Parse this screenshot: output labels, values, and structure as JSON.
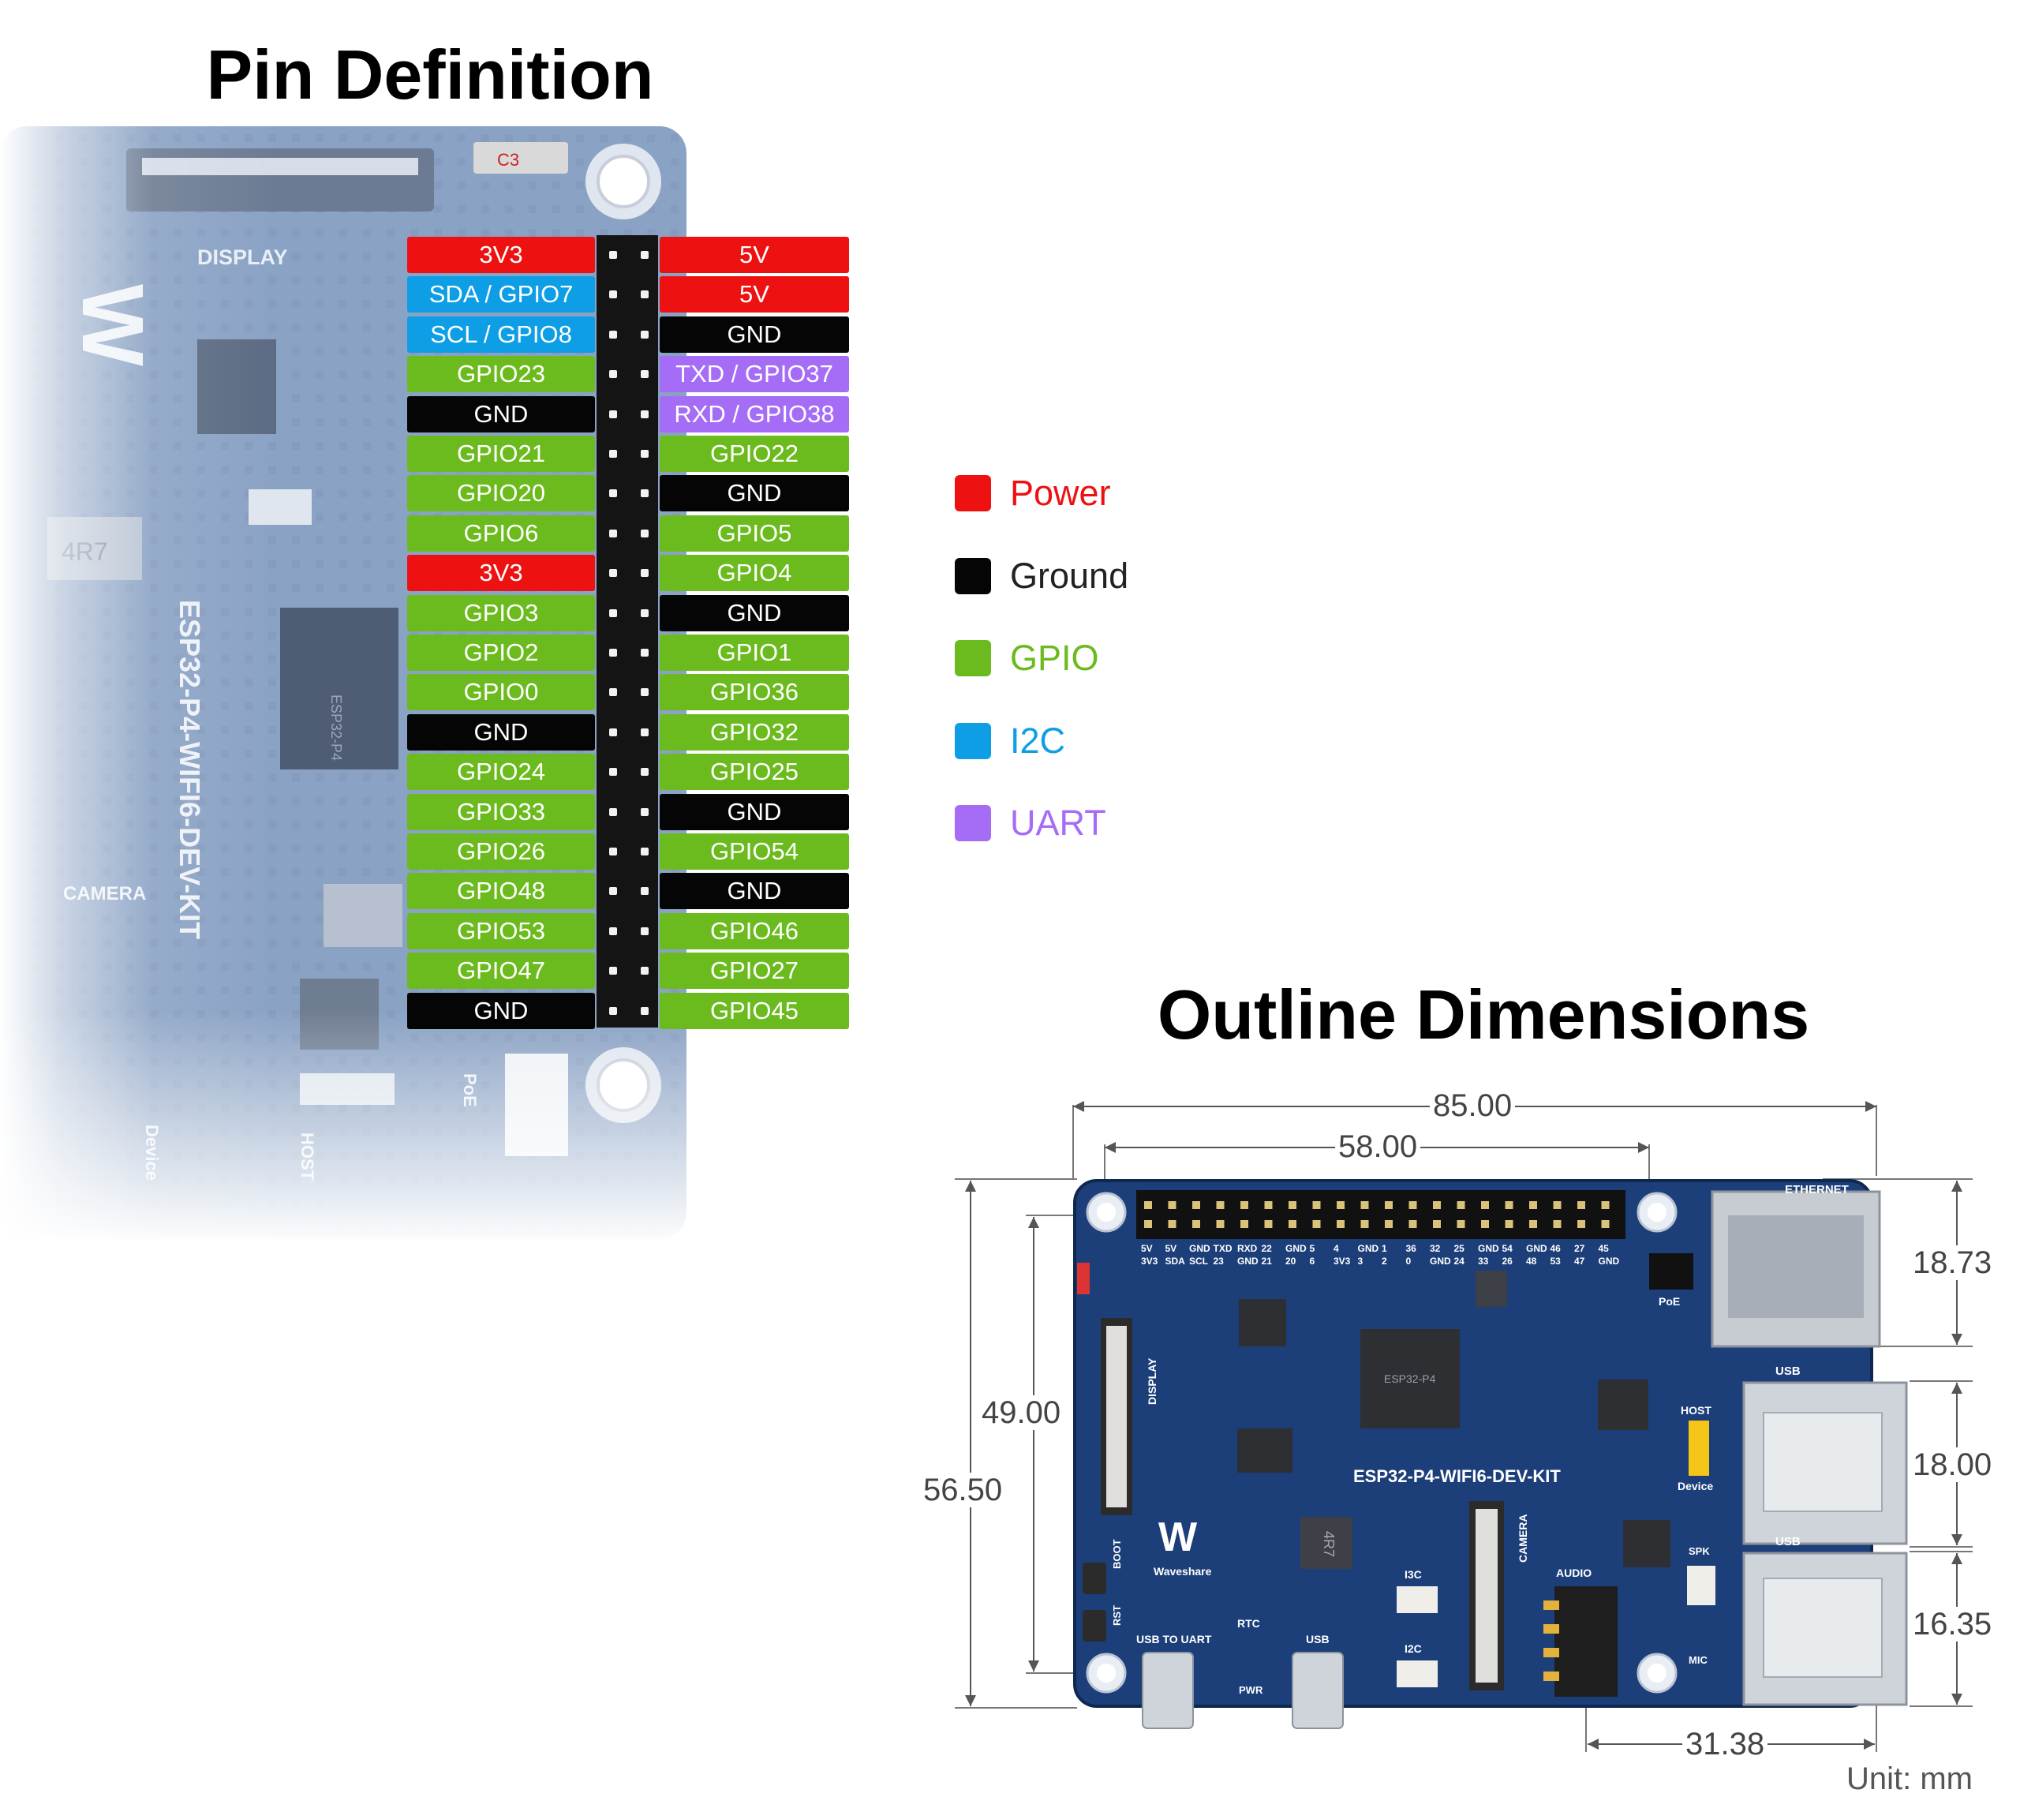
{
  "titles": {
    "pin_definition": "Pin Definition",
    "outline_dimensions": "Outline Dimensions"
  },
  "board": {
    "silkscreen_name": "ESP32-P4-WIFI6-DEV-KIT",
    "labels": {
      "display": "DISPLAY",
      "camera": "CAMERA",
      "poe": "PoE",
      "host": "HOST",
      "device": "Device",
      "ethernet": "ETHERNET",
      "usb": "USB",
      "boot": "BOOT",
      "rst": "RST",
      "usb_to_uart": "USB TO UART",
      "rtc": "RTC",
      "pwr": "PWR",
      "audio": "AUDIO",
      "spk": "SPK",
      "mic": "MIC",
      "i3c": "I3C",
      "i2c": "I2C",
      "brand": "Waveshare",
      "chip": "ESP32-P4",
      "c3": "C3",
      "inductor": "4R7"
    },
    "header_top_row": [
      "5V",
      "5V",
      "GND",
      "TXD",
      "RXD",
      "22",
      "GND",
      "5",
      "4",
      "GND",
      "1",
      "36",
      "32",
      "25",
      "GND",
      "54",
      "GND",
      "46",
      "27",
      "45"
    ],
    "header_bottom_row": [
      "3V3",
      "SDA",
      "SCL",
      "23",
      "GND",
      "21",
      "20",
      "6",
      "3V3",
      "3",
      "2",
      "0",
      "GND",
      "24",
      "33",
      "26",
      "48",
      "53",
      "47",
      "GND"
    ]
  },
  "pins": [
    {
      "left": "3V3",
      "left_type": "power",
      "right": "5V",
      "right_type": "power"
    },
    {
      "left": "SDA / GPIO7",
      "left_type": "i2c",
      "right": "5V",
      "right_type": "power"
    },
    {
      "left": "SCL / GPIO8",
      "left_type": "i2c",
      "right": "GND",
      "right_type": "ground"
    },
    {
      "left": "GPIO23",
      "left_type": "gpio",
      "right": "TXD / GPIO37",
      "right_type": "uart"
    },
    {
      "left": "GND",
      "left_type": "ground",
      "right": "RXD / GPIO38",
      "right_type": "uart"
    },
    {
      "left": "GPIO21",
      "left_type": "gpio",
      "right": "GPIO22",
      "right_type": "gpio"
    },
    {
      "left": "GPIO20",
      "left_type": "gpio",
      "right": "GND",
      "right_type": "ground"
    },
    {
      "left": "GPIO6",
      "left_type": "gpio",
      "right": "GPIO5",
      "right_type": "gpio"
    },
    {
      "left": "3V3",
      "left_type": "power",
      "right": "GPIO4",
      "right_type": "gpio"
    },
    {
      "left": "GPIO3",
      "left_type": "gpio",
      "right": "GND",
      "right_type": "ground"
    },
    {
      "left": "GPIO2",
      "left_type": "gpio",
      "right": "GPIO1",
      "right_type": "gpio"
    },
    {
      "left": "GPIO0",
      "left_type": "gpio",
      "right": "GPIO36",
      "right_type": "gpio"
    },
    {
      "left": "GND",
      "left_type": "ground",
      "right": "GPIO32",
      "right_type": "gpio"
    },
    {
      "left": "GPIO24",
      "left_type": "gpio",
      "right": "GPIO25",
      "right_type": "gpio"
    },
    {
      "left": "GPIO33",
      "left_type": "gpio",
      "right": "GND",
      "right_type": "ground"
    },
    {
      "left": "GPIO26",
      "left_type": "gpio",
      "right": "GPIO54",
      "right_type": "gpio"
    },
    {
      "left": "GPIO48",
      "left_type": "gpio",
      "right": "GND",
      "right_type": "ground"
    },
    {
      "left": "GPIO53",
      "left_type": "gpio",
      "right": "GPIO46",
      "right_type": "gpio"
    },
    {
      "left": "GPIO47",
      "left_type": "gpio",
      "right": "GPIO27",
      "right_type": "gpio"
    },
    {
      "left": "GND",
      "left_type": "ground",
      "right": "GPIO45",
      "right_type": "gpio"
    }
  ],
  "legend": [
    {
      "label": "Power",
      "type": "power",
      "color": "#ee1111",
      "text_color": "#ee1111"
    },
    {
      "label": "Ground",
      "type": "ground",
      "color": "#050505",
      "text_color": "#222222"
    },
    {
      "label": "GPIO",
      "type": "gpio",
      "color": "#6cbb1e",
      "text_color": "#6cbb1e"
    },
    {
      "label": "I2C",
      "type": "i2c",
      "color": "#0d9ee6",
      "text_color": "#0d9ee6"
    },
    {
      "label": "UART",
      "type": "uart",
      "color": "#a56cf6",
      "text_color": "#a56cf6"
    }
  ],
  "colors": {
    "power": "#ee1111",
    "ground": "#050505",
    "gpio": "#6cbb1e",
    "i2c": "#0d9ee6",
    "uart": "#a56cf6",
    "pcb_blue": "#1c3f7a"
  },
  "dimensions": {
    "width_total": "85.00",
    "header_length": "58.00",
    "height_total": "56.50",
    "hole_spacing": "49.00",
    "ethernet": "18.73",
    "usb_upper": "18.00",
    "usb_lower": "16.35",
    "audio_offset": "31.38",
    "unit": "Unit: mm"
  }
}
